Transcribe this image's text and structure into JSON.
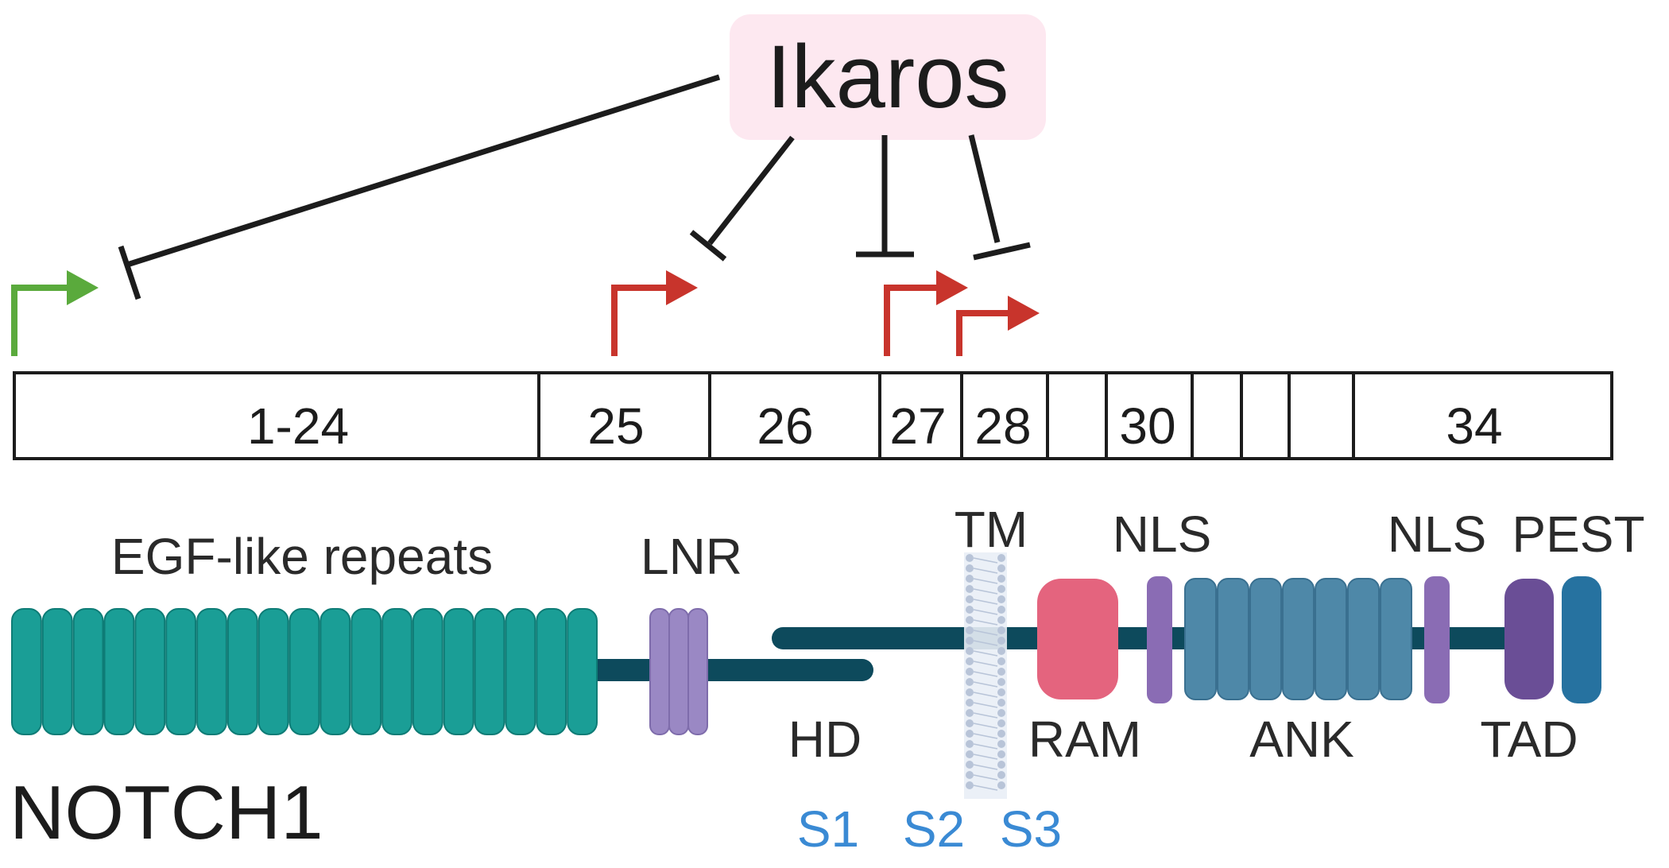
{
  "regulator": {
    "label": "Ikaros",
    "box_color": "#fde8f0",
    "line_color": "#1c1c1c"
  },
  "promoters": {
    "canonical_color": "#5aaa3c",
    "alternative_color": "#c8342c"
  },
  "exons": {
    "labels": [
      "1-24",
      "25",
      "26",
      "27",
      "28",
      "",
      "30",
      "",
      "",
      "",
      "34"
    ]
  },
  "protein": {
    "name": "NOTCH1",
    "domains": {
      "egf": "EGF-like repeats",
      "lnr": "LNR",
      "tm": "TM",
      "nls_1": "NLS",
      "nls_2": "NLS",
      "pest": "PEST",
      "hd": "HD",
      "ram": "RAM",
      "ank": "ANK",
      "tad": "TAD"
    },
    "cleavage_sites": [
      "S1",
      "S2",
      "S3"
    ],
    "colors": {
      "egf": "#1a9e96",
      "lnr": "#9a88c4",
      "backbone": "#0d4a5c",
      "membrane": "#b8c4d8",
      "ram": "#e4647e",
      "nls": "#8a6cb4",
      "ank": "#4e88a8",
      "tad": "#6a4e96",
      "pest": "#2672a0",
      "cleavage": "#3a8ad4"
    }
  }
}
